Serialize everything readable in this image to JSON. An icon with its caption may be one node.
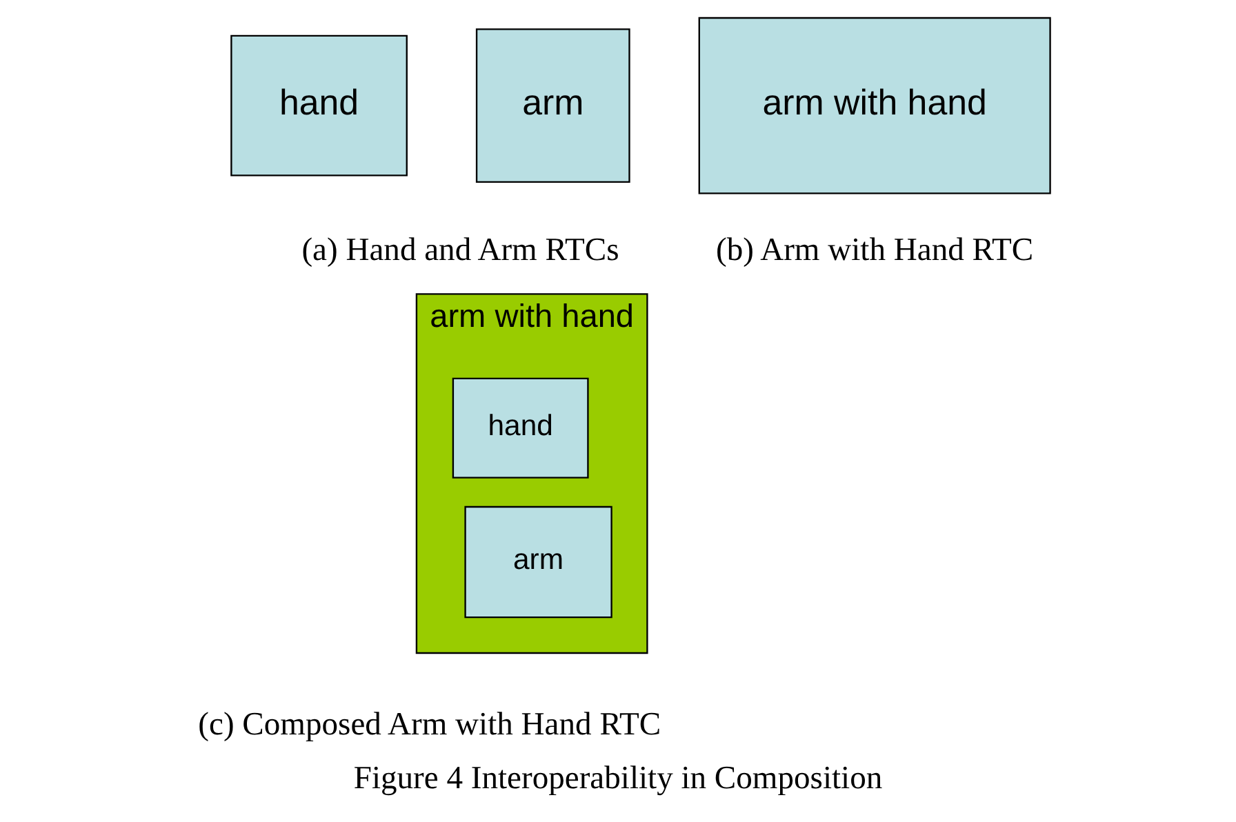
{
  "diagram": {
    "caption": "Figure 4 Interoperability in Composition",
    "nodes": [
      {
        "text": [
          "hand"
        ]
      },
      {
        "text": [
          "arm"
        ]
      },
      {
        "text": [
          "arm with hand"
        ]
      },
      {
        "text": [
          "arm with hand"
        ]
      },
      {
        "text": [
          "hand"
        ],
        "in": 3
      },
      {
        "text": [
          "arm"
        ],
        "in": 3
      }
    ],
    "edges": [],
    "labels": [
      "(a) Hand and Arm RTCs",
      "(b) Arm with Hand RTC",
      "(c) Composed Arm with Hand RTC"
    ]
  }
}
